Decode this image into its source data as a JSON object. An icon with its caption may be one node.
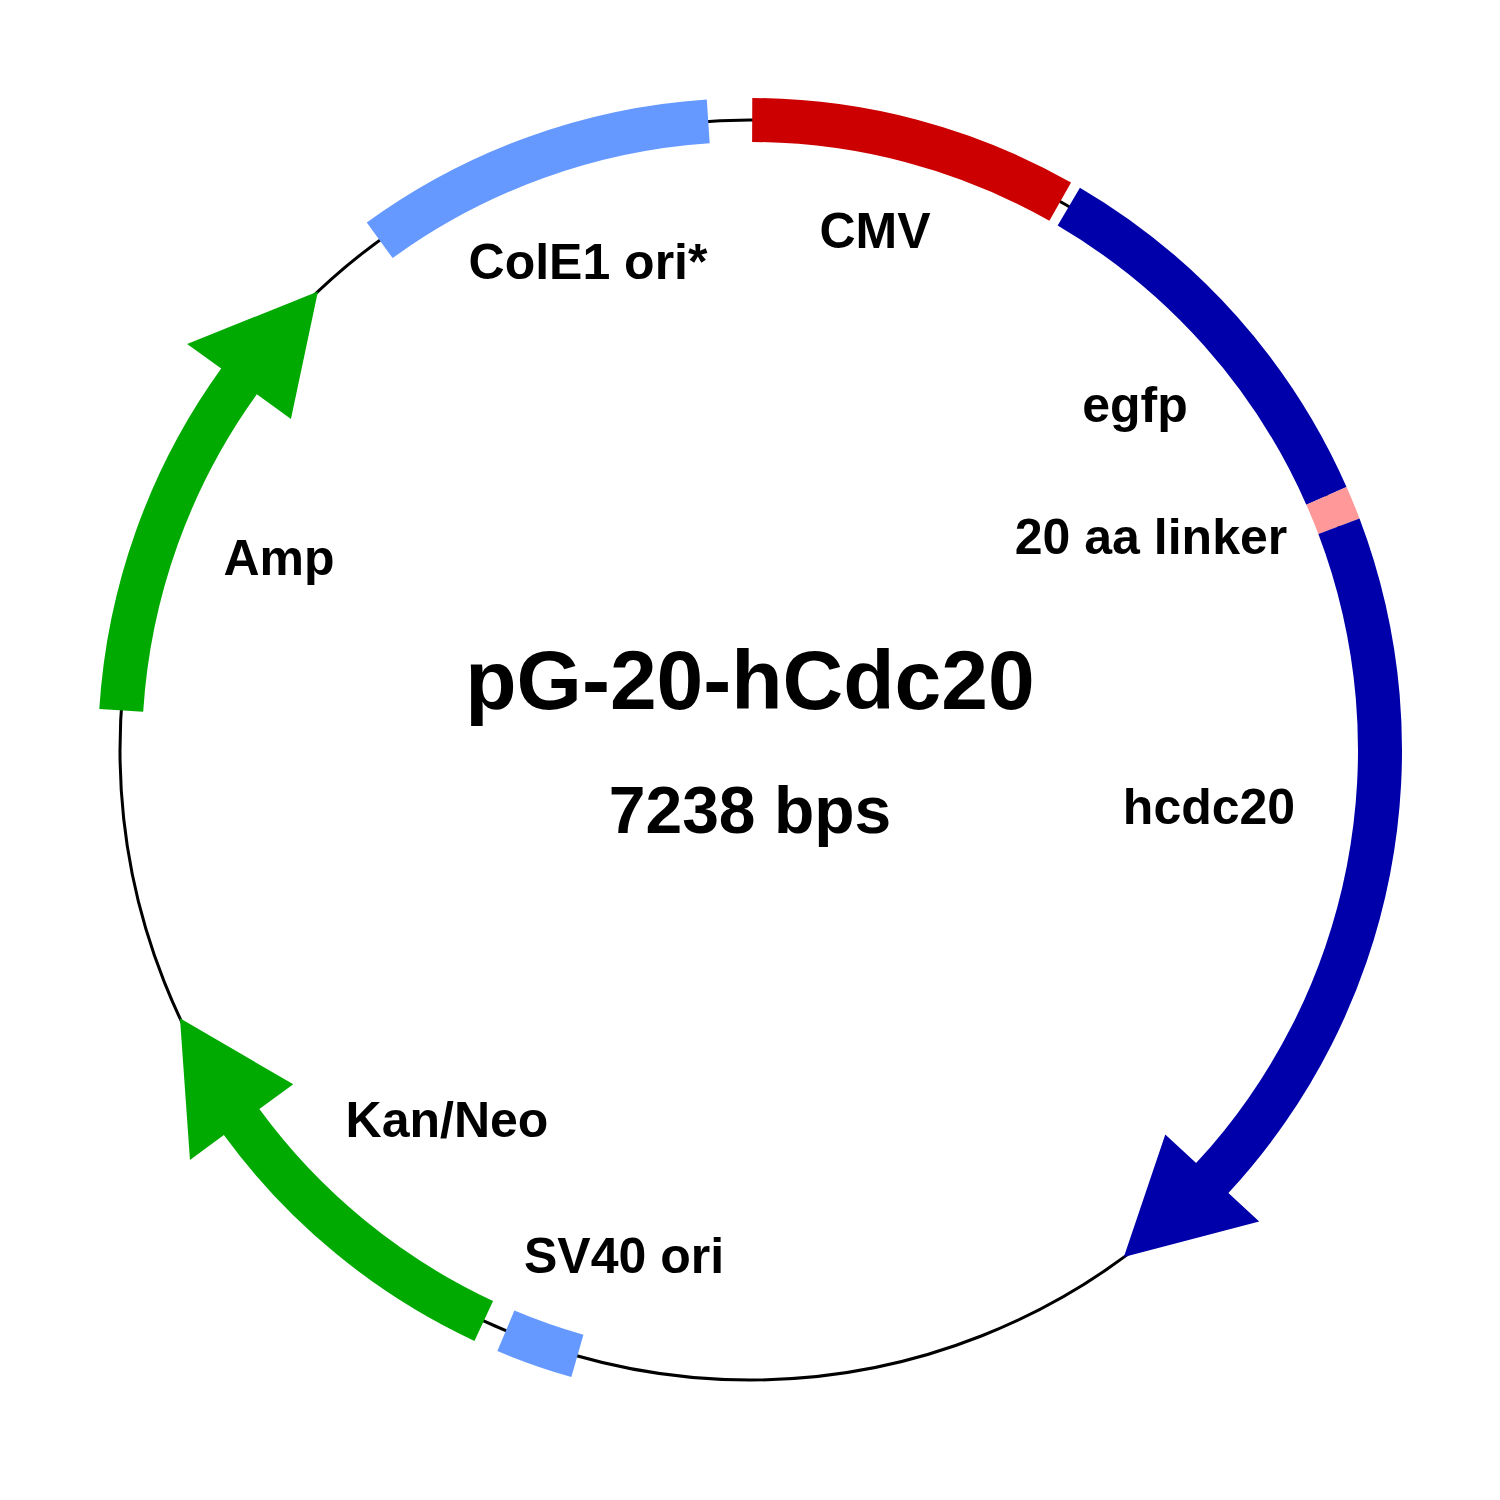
{
  "diagram": {
    "title": "pG-20-hCdc20",
    "nodes": [
      {
        "text": [],
        "shape": "arc",
        "beside": [
          "CMV"
        ]
      },
      {
        "text": [],
        "shape": "arc",
        "beside": [
          "egfp"
        ]
      },
      {
        "text": [],
        "shape": "arc",
        "beside": [
          "20 aa linker"
        ]
      },
      {
        "text": [],
        "shape": "arrow",
        "beside": [
          "hcdc20"
        ]
      },
      {
        "text": [],
        "shape": "arc",
        "beside": [
          "SV40 ori"
        ]
      },
      {
        "text": [],
        "shape": "arrow",
        "beside": [
          "Kan/Neo"
        ]
      },
      {
        "text": [],
        "shape": "arrow",
        "beside": [
          "Amp"
        ]
      },
      {
        "text": [],
        "shape": "arc",
        "beside": [
          "ColE1 ori*"
        ]
      }
    ],
    "edges": [],
    "labels": [
      "7238 bps"
    ]
  }
}
